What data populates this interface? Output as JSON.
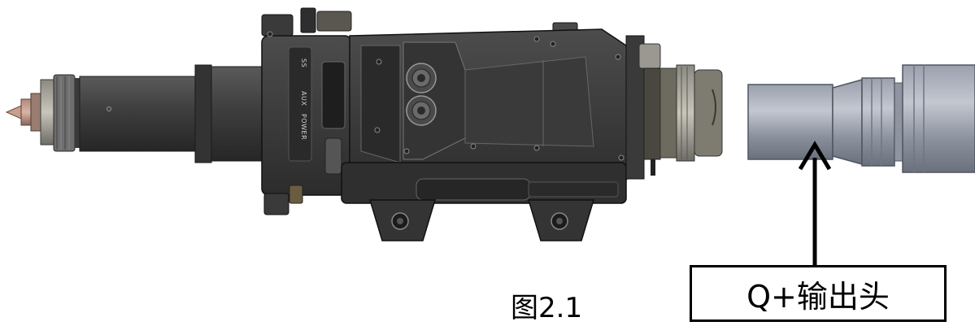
{
  "figure": {
    "caption": "图2.1"
  },
  "callout": {
    "label": "Q+输出头"
  },
  "device": {
    "side_labels": [
      "SS",
      "AUX",
      "POWER"
    ]
  }
}
